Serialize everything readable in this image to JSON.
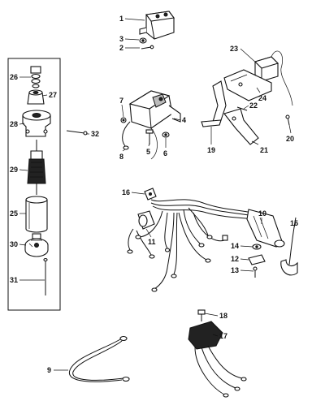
{
  "callouts": [
    {
      "id": "c1",
      "label": "1"
    },
    {
      "id": "c2",
      "label": "2"
    },
    {
      "id": "c3",
      "label": "3"
    },
    {
      "id": "c4",
      "label": "4"
    },
    {
      "id": "c5",
      "label": "5"
    },
    {
      "id": "c6",
      "label": "6"
    },
    {
      "id": "c7",
      "label": "7"
    },
    {
      "id": "c8",
      "label": "8"
    },
    {
      "id": "c9",
      "label": "9"
    },
    {
      "id": "c10",
      "label": "10"
    },
    {
      "id": "c11",
      "label": "11"
    },
    {
      "id": "c12",
      "label": "12"
    },
    {
      "id": "c13",
      "label": "13"
    },
    {
      "id": "c14",
      "label": "14"
    },
    {
      "id": "c15",
      "label": "15"
    },
    {
      "id": "c16",
      "label": "16"
    },
    {
      "id": "c17",
      "label": "17"
    },
    {
      "id": "c18",
      "label": "18"
    },
    {
      "id": "c19",
      "label": "19"
    },
    {
      "id": "c20",
      "label": "20"
    },
    {
      "id": "c21",
      "label": "21"
    },
    {
      "id": "c22",
      "label": "22"
    },
    {
      "id": "c23",
      "label": "23"
    },
    {
      "id": "c24",
      "label": "24"
    },
    {
      "id": "c25",
      "label": "25"
    },
    {
      "id": "c26",
      "label": "26"
    },
    {
      "id": "c27",
      "label": "27"
    },
    {
      "id": "c28",
      "label": "28"
    },
    {
      "id": "c29",
      "label": "29"
    },
    {
      "id": "c30",
      "label": "30"
    },
    {
      "id": "c31",
      "label": "31"
    },
    {
      "id": "c32",
      "label": "32"
    }
  ]
}
